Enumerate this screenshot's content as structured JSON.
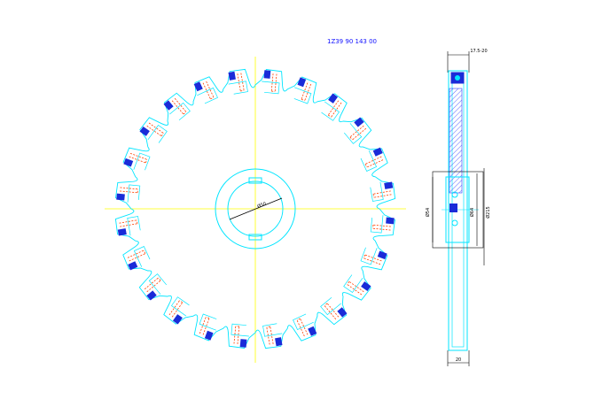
{
  "drawing": {
    "part_number": "1Z39 90 143 00",
    "side_view": {
      "dim_top": "17.5-20",
      "dim_left": "Ø54",
      "dim_mid": "Ø64",
      "dim_right": "Ø215",
      "dim_bottom": "20"
    },
    "front_view": {
      "bore_label": "Ø50",
      "tooth_count": 24
    },
    "colors": {
      "background": "#ffffff",
      "outline": "#00e5ff",
      "centerline": "#ffff00",
      "dashed_pockets": "#ff4000",
      "inserts": "#1a2bd8",
      "dimension": "#000000",
      "part_number": "#1010ff",
      "hatch": "#3040ff"
    }
  }
}
